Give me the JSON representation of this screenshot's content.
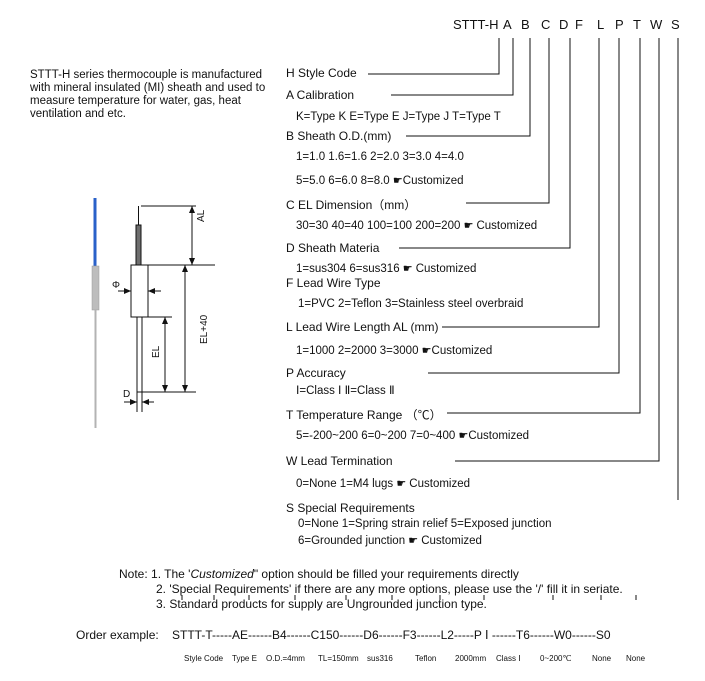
{
  "header": {
    "prefix": "STTT-H",
    "letters": [
      "A",
      "B",
      "C",
      "D",
      "F",
      "L",
      "P",
      "T",
      "W",
      "S"
    ]
  },
  "description": "STTT-H series thermocouple is manufactured with mineral insulated (MI) sheath and used to measure temperature for water, gas, heat ventilation and etc.",
  "drawing": {
    "al": "AL",
    "phi": "Φ",
    "el_plus": "EL+40",
    "el": "EL",
    "d": "D"
  },
  "sections": {
    "h_label": "H  Style Code",
    "a_label": "A  Calibration",
    "a_opts": "K=Type K  E=Type E  J=Type J  T=Type T",
    "b_label": "B  Sheath O.D.(mm)",
    "b_opts1": "1=1.0  1.6=1.6  2=2.0  3=3.0  4=4.0",
    "b_opts2": "5=5.0  6=6.0    8=8.0  ",
    "c_label": "C  EL Dimension（mm）",
    "c_opts": "30=30  40=40  100=100  200=200  ",
    "d_label": "D  Sheath Materia",
    "d_opts": "1=sus304      6=sus316     ",
    "f_label": "F  Lead Wire Type",
    "f_opts": "1=PVC     2=Teflon      3=Stainless steel overbraid",
    "l_label": "L  Lead Wire Length AL (mm)",
    "l_opts": "1=1000  2=2000  3=3000    ",
    "p_label": "P  Accuracy",
    "p_opts": "Ⅰ=Class Ⅰ    Ⅱ=Class Ⅱ",
    "t_label": "T  Temperature Range （℃）",
    "t_opts": "5=-200~200  6=0~200  7=0~400   ",
    "w_label": "W  Lead Termination",
    "w_opts": "0=None      1=M4 lugs       ",
    "s_label": "S  Special Requirements",
    "s_opts1": "0=None    1=Spring strain relief  5=Exposed junction",
    "s_opts2": "6=Grounded junction       ",
    "customized": "Customized",
    "customized_icon": "hand-pointer-icon"
  },
  "notes": {
    "n1_prefix": "Note: 1. The '",
    "n1_em": "Customized",
    "n1_suffix": "\" option should be filled your requirements directly",
    "n2": "2. 'Special Requirements' if there are any more options, please use the '/' fill it in seriate.",
    "n3": "3. Standard products for supply are Ungrounded junction type."
  },
  "order": {
    "label": "Order example:",
    "code": "STTT-T-----AE------B4------C150------D6------F3------L2-----P Ⅰ ------T6------W0------S0",
    "captions": [
      "Style Code",
      "Type E",
      "O.D.=4mm",
      "TL=150mm",
      "sus316",
      "Teflon",
      "2000mm",
      "Class Ⅰ",
      "0~200℃",
      "None",
      "None"
    ]
  }
}
